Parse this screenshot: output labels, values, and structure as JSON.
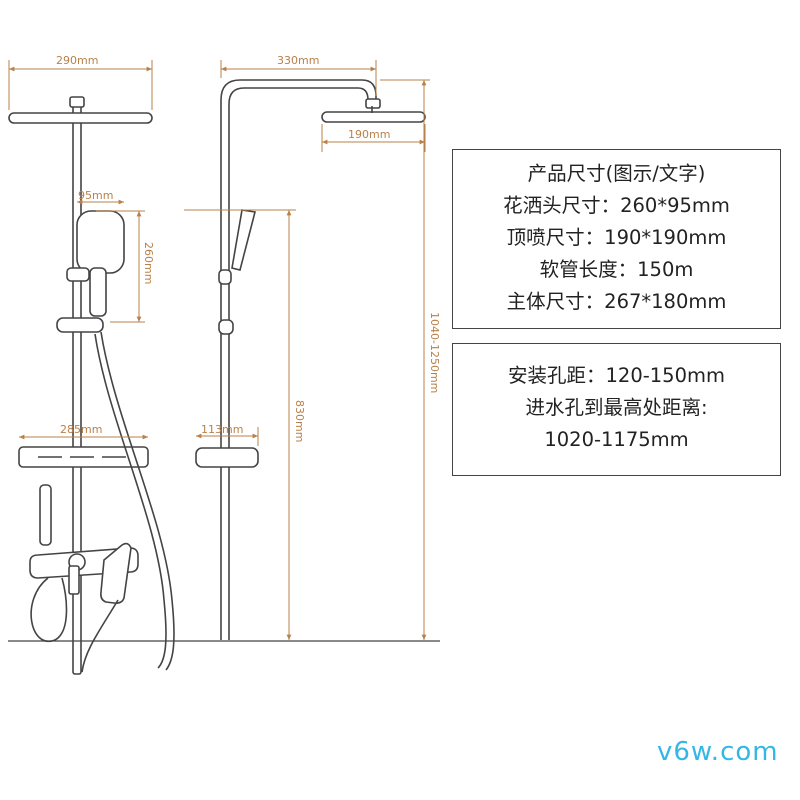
{
  "dimensions": {
    "left_bar_width": "290mm",
    "top_spray_reach": "330mm",
    "top_spray_size": "190mm",
    "handheld_width": "95mm",
    "handheld_length": "260mm",
    "left_shelf_width": "285mm",
    "right_shelf_width": "113mm",
    "slide_height": "830mm",
    "total_height": "1040-1250mm"
  },
  "specs": [
    "产品尺寸(图示/文字)",
    "花洒头尺寸：260*95mm",
    "顶喷尺寸：190*190mm",
    "软管长度：150m",
    "主体尺寸：267*180mm"
  ],
  "install": [
    "安装孔距：120-150mm",
    "进水孔到最高处距离:",
    "1020-1175mm"
  ],
  "watermark": "v6w.com",
  "colors": {
    "dimension": "#b8814a",
    "line": "#444444",
    "watermark": "#33b8e6"
  }
}
